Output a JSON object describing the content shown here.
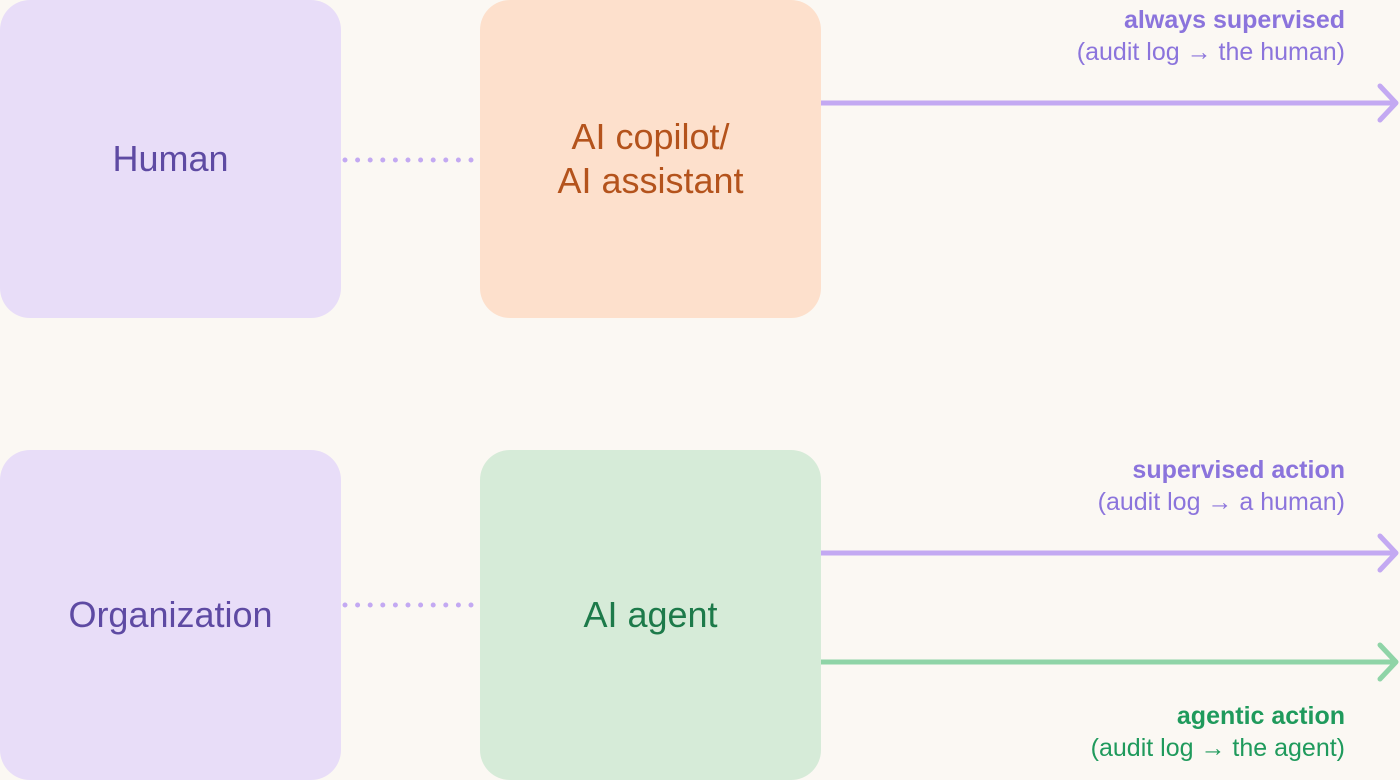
{
  "diagram": {
    "nodes": {
      "human": "Human",
      "copilot": "AI copilot/\nAI assistant",
      "organization": "Organization",
      "agent": "AI agent"
    },
    "edges": [
      {
        "from": "human",
        "to": "copilot",
        "style": "dotted"
      },
      {
        "from": "organization",
        "to": "agent",
        "style": "dotted"
      }
    ],
    "arrows": [
      {
        "from": "copilot",
        "title": "always supervised",
        "subtitle": "(audit log → the human)",
        "color": "#c3a9f2"
      },
      {
        "from": "agent",
        "title": "supervised action",
        "subtitle": "(audit log → a human)",
        "color": "#c3a9f2"
      },
      {
        "from": "agent",
        "title": "agentic action",
        "subtitle": "(audit log → the agent)",
        "color": "#8fd4a7"
      }
    ],
    "colors": {
      "background": "#fbf8f3",
      "purple_box": "#e8ddf8",
      "orange_box": "#fde0cc",
      "green_box": "#d6ebd8",
      "purple_text": "#5e4aa3",
      "orange_text": "#b4531c",
      "green_text": "#1d7a4a",
      "purple_label": "#8b74dc",
      "green_label": "#1f9a5c"
    }
  }
}
